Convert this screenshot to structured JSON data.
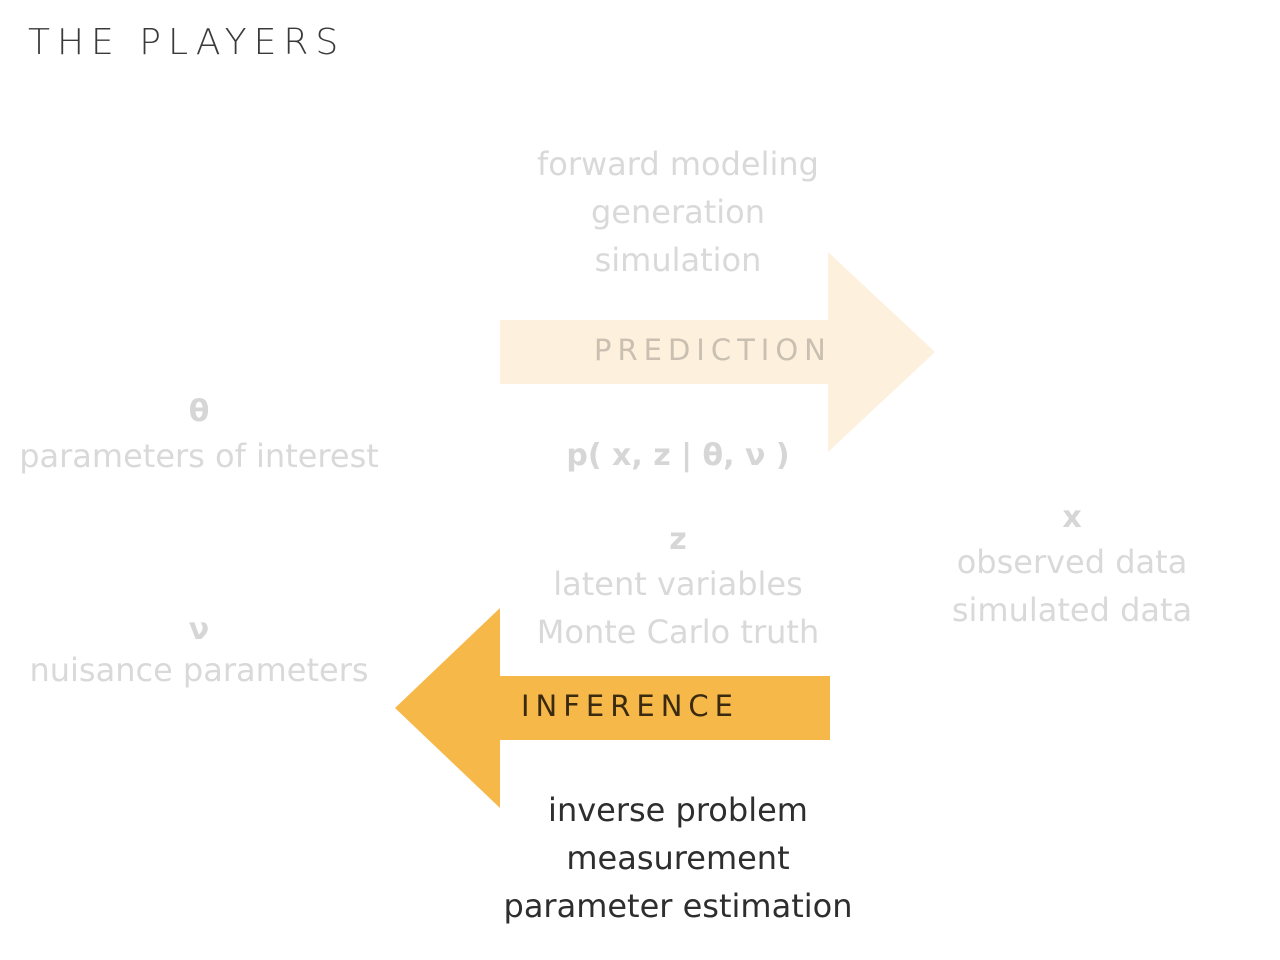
{
  "title": "THE PLAYERS",
  "prediction": {
    "label": "PREDICTION",
    "color": "#fdf0dc",
    "label_color": "#c9c0b2",
    "above_lines": [
      "forward modeling",
      "generation",
      "simulation"
    ],
    "formula": "p( x, z | θ, ν )"
  },
  "inference": {
    "label": "INFERENCE",
    "color": "#f7b84a",
    "label_color": "#3a2a10",
    "below_lines": [
      "inverse problem",
      "measurement",
      "parameter estimation"
    ]
  },
  "theta": {
    "symbol": "θ",
    "label": "parameters of interest"
  },
  "nu": {
    "symbol": "ν",
    "label": "nuisance parameters"
  },
  "z": {
    "symbol": "z",
    "lines": [
      "latent variables",
      "Monte Carlo truth"
    ]
  },
  "x": {
    "symbol": "x",
    "lines": [
      "observed data",
      "simulated data"
    ]
  }
}
